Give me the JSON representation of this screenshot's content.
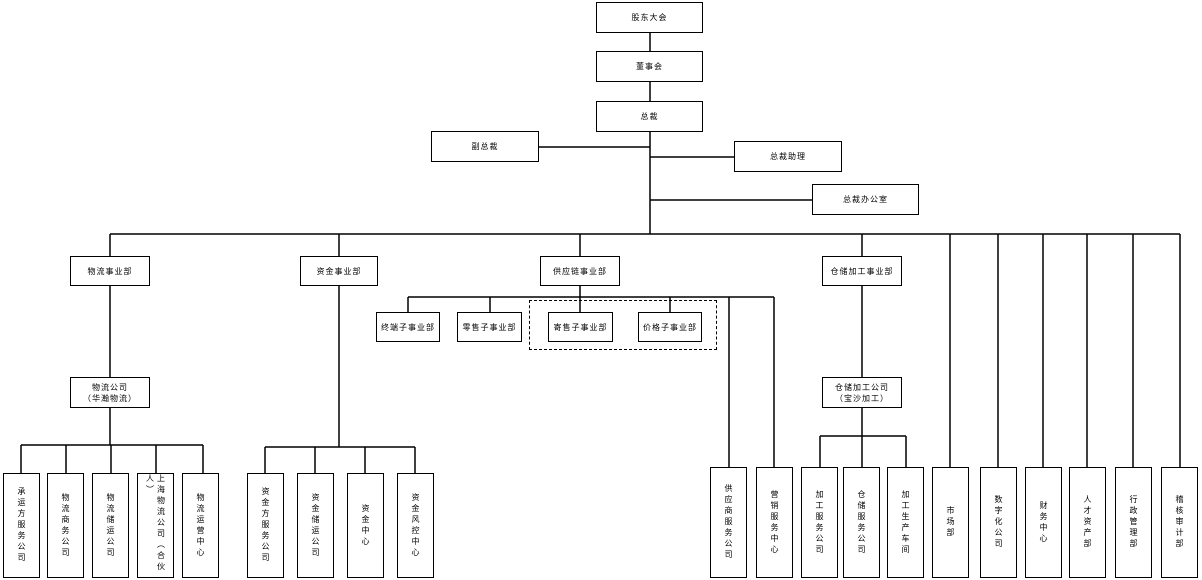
{
  "top": {
    "shareholders": "股东大会",
    "board": "董事会",
    "ceo": "总裁",
    "vp": "副总裁",
    "assistant": "总裁助理",
    "office": "总裁办公室"
  },
  "divisions": {
    "logistics": "物流事业部",
    "finance": "资金事业部",
    "supply": "供应链事业部",
    "warehouse": "仓储加工事业部"
  },
  "supply_subs": [
    "终端子事业部",
    "零售子事业部",
    "寄售子事业部",
    "价格子事业部"
  ],
  "logistics_company": "物流公司\n（华瀚物流）",
  "warehouse_company": "仓储加工公司\n（宝沙加工）",
  "bottom": {
    "logistics": [
      "承运方服务公司",
      "物流商务公司",
      "物流储运公司",
      "上海物流公司（合伙人）",
      "物流运营中心"
    ],
    "finance": [
      "资金方服务公司",
      "资金储运公司",
      "资金中心",
      "资金风控中心"
    ],
    "supply": [
      "供应商服务公司",
      "营销服务中心"
    ],
    "warehouse": [
      "加工服务公司",
      "仓储服务公司",
      "加工生产车间"
    ],
    "departments": [
      "市场部",
      "数字化公司",
      "财务中心",
      "人才资产部",
      "行政管理部",
      "稽核审计部"
    ]
  }
}
